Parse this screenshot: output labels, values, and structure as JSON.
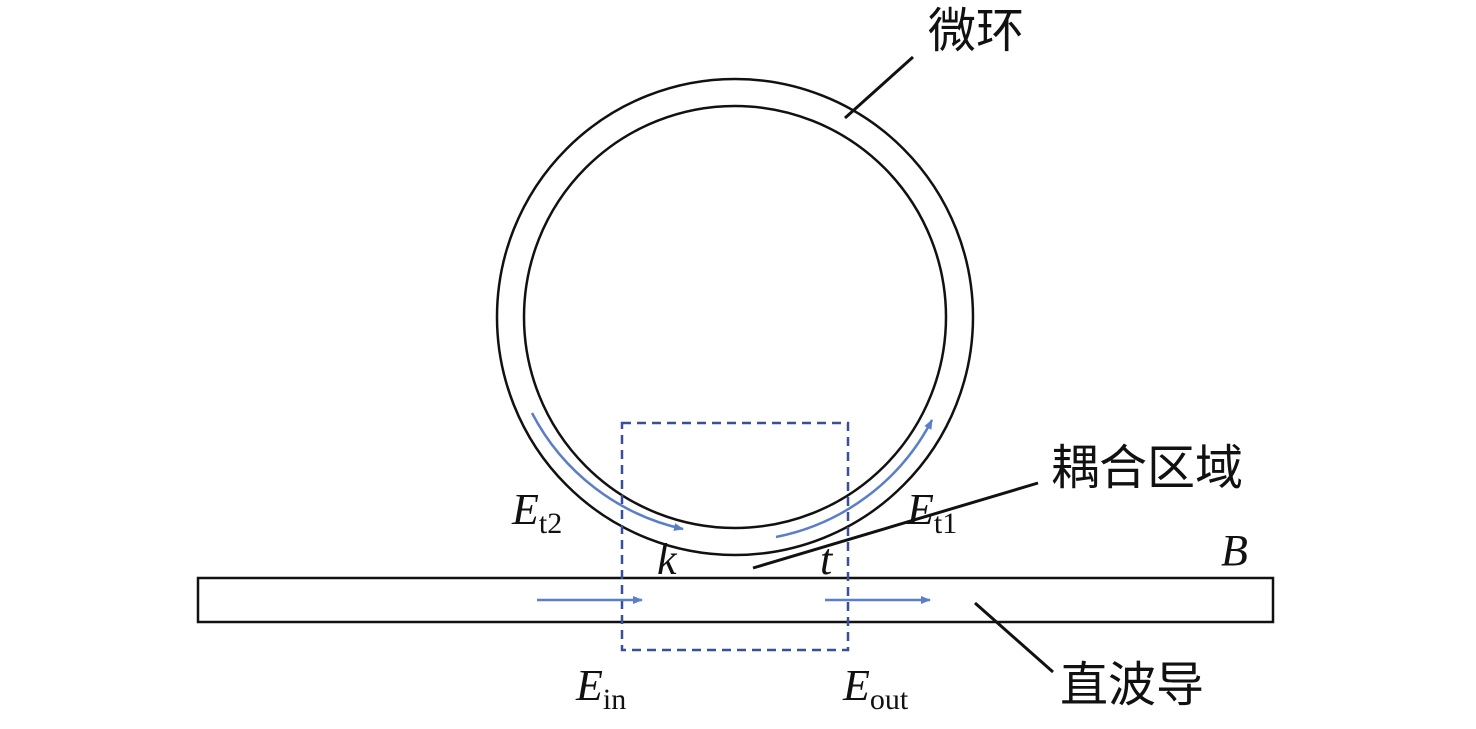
{
  "labels": {
    "microring": "微环",
    "coupling_region": "耦合区域",
    "straight_waveguide": "直波导",
    "coefficient_k": "k",
    "coefficient_t": "t",
    "point_b": "B"
  },
  "fields": {
    "e_t2": {
      "main": "E",
      "sub": "t2"
    },
    "e_t1": {
      "main": "E",
      "sub": "t1"
    },
    "e_in": {
      "main": "E",
      "sub": "in"
    },
    "e_out": {
      "main": "E",
      "sub": "out"
    }
  },
  "colors": {
    "line": "#111111",
    "arrow": "#5a7fc8",
    "dashed_box": "#3a4f9a"
  }
}
